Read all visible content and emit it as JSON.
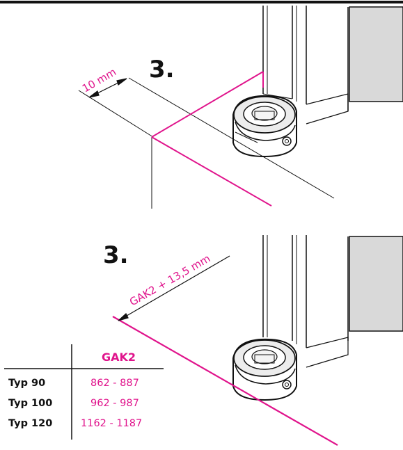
{
  "top_panel": {
    "step": "3.",
    "dimension_label": "10 mm"
  },
  "bottom_panel": {
    "step": "3.",
    "dimension_label": "GAK2 + 13,5 mm"
  },
  "table": {
    "header": "GAK2",
    "rows": [
      {
        "label": "Typ 90",
        "value": "862 - 887"
      },
      {
        "label": "Typ 100",
        "value": "962 - 987"
      },
      {
        "label": "Typ 120",
        "value": "1162 - 1187"
      }
    ]
  },
  "colors": {
    "accent": "#e0148c",
    "line": "#111111",
    "frame_gray": "#d9d9d9"
  }
}
